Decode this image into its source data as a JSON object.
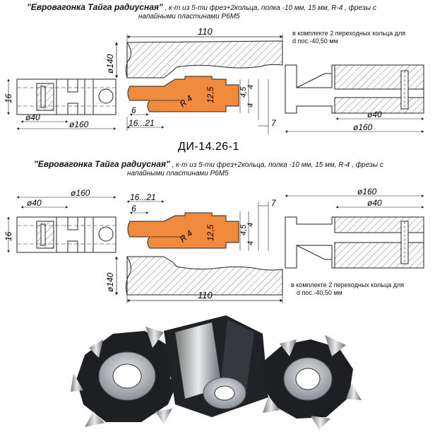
{
  "caption_top": {
    "title": "\"Евровагонка Тайга радиусная\"",
    "line1": ", к-т из 5-ти фрез+2кольца, полка -10 мм, 15 мм, R-4 , фрезы с",
    "line2": "напайными пластинами Р6М5"
  },
  "caption_bottom": {
    "title": "\"Евровагонка Тайга радиусная\"",
    "line1": ", к-т из 5-ти фрез+2кольца, полка -10 мм, 15 мм, R-4 , фрезы с",
    "line2": "напайными пластинами Р6М5"
  },
  "product_code": "ДИ-14.26-1",
  "kit_note_top": {
    "line1": "в комплекте 2  переходных кольца для",
    "line2": "d пос.-40,50 мм"
  },
  "kit_note_bottom": {
    "line1": "в комплекте 2  переходных кольца для",
    "line2": "d пос.-40,50 мм"
  },
  "dimensions_top": {
    "board_len": "110",
    "board_h": "ø140",
    "cutter_h": "16",
    "d40_left": "ø40",
    "d160_left": "ø160",
    "radius": "R 4",
    "profile_h": "12,5",
    "groove_a": "4,5",
    "groove_b": "4",
    "groove_c": "4",
    "tongue_w": "6",
    "shelf": "16...21",
    "step": "7",
    "d40_right": "ø40",
    "d160_right": "ø160"
  },
  "dimensions_bottom": {
    "board_len": "110",
    "board_h": "ø140",
    "cutter_h": "16",
    "d40_left": "ø40",
    "d160_left": "ø160",
    "radius": "R 4",
    "profile_h": "12,5",
    "groove_a": "4,5",
    "groove_b": "4",
    "groove_c": "4",
    "tongue_w": "6",
    "shelf": "16...21",
    "step": "7",
    "d40_right": "ø40",
    "d160_right": "ø160"
  },
  "colors": {
    "profile": "#f08a3c",
    "line": "#222222",
    "hatch": "#444444"
  }
}
